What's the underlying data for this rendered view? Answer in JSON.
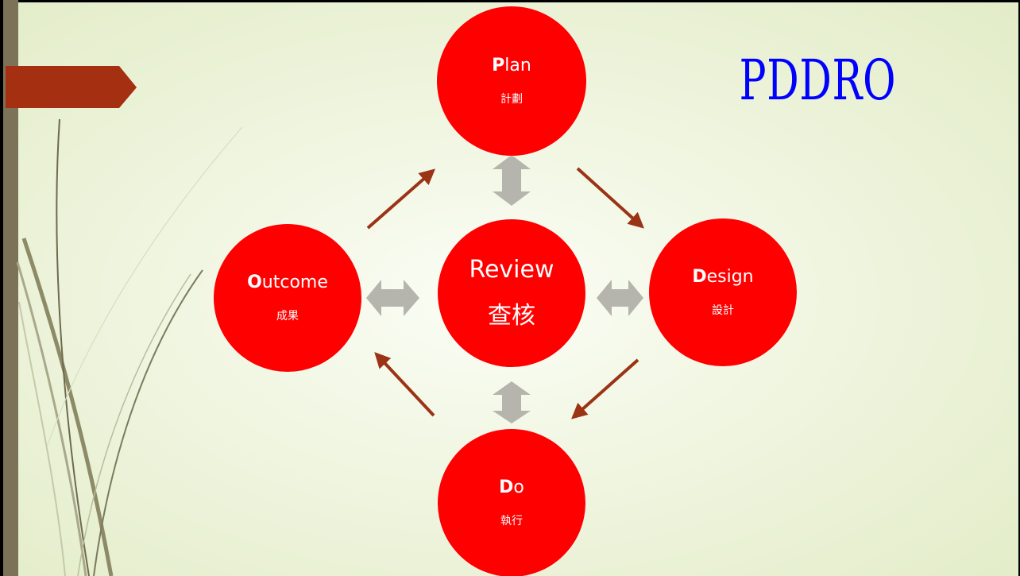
{
  "slide": {
    "title": "PDDRO"
  },
  "nodes": {
    "plan": {
      "initial": "P",
      "rest": "lan",
      "sub": "計劃"
    },
    "design": {
      "initial": "D",
      "rest": "esign",
      "sub": "設計"
    },
    "do": {
      "initial": "D",
      "rest": "o",
      "sub": "執行"
    },
    "outcome": {
      "initial": "O",
      "rest": "utcome",
      "sub": "成果"
    },
    "review": {
      "initial": "",
      "rest": "Review",
      "sub": "查核"
    }
  },
  "colors": {
    "node_fill": "#ff0000",
    "cycle_arrow": "#9b3315",
    "double_arrow": "#b5b5ad",
    "title": "#0000ff",
    "header_tab": "#a52f11"
  }
}
